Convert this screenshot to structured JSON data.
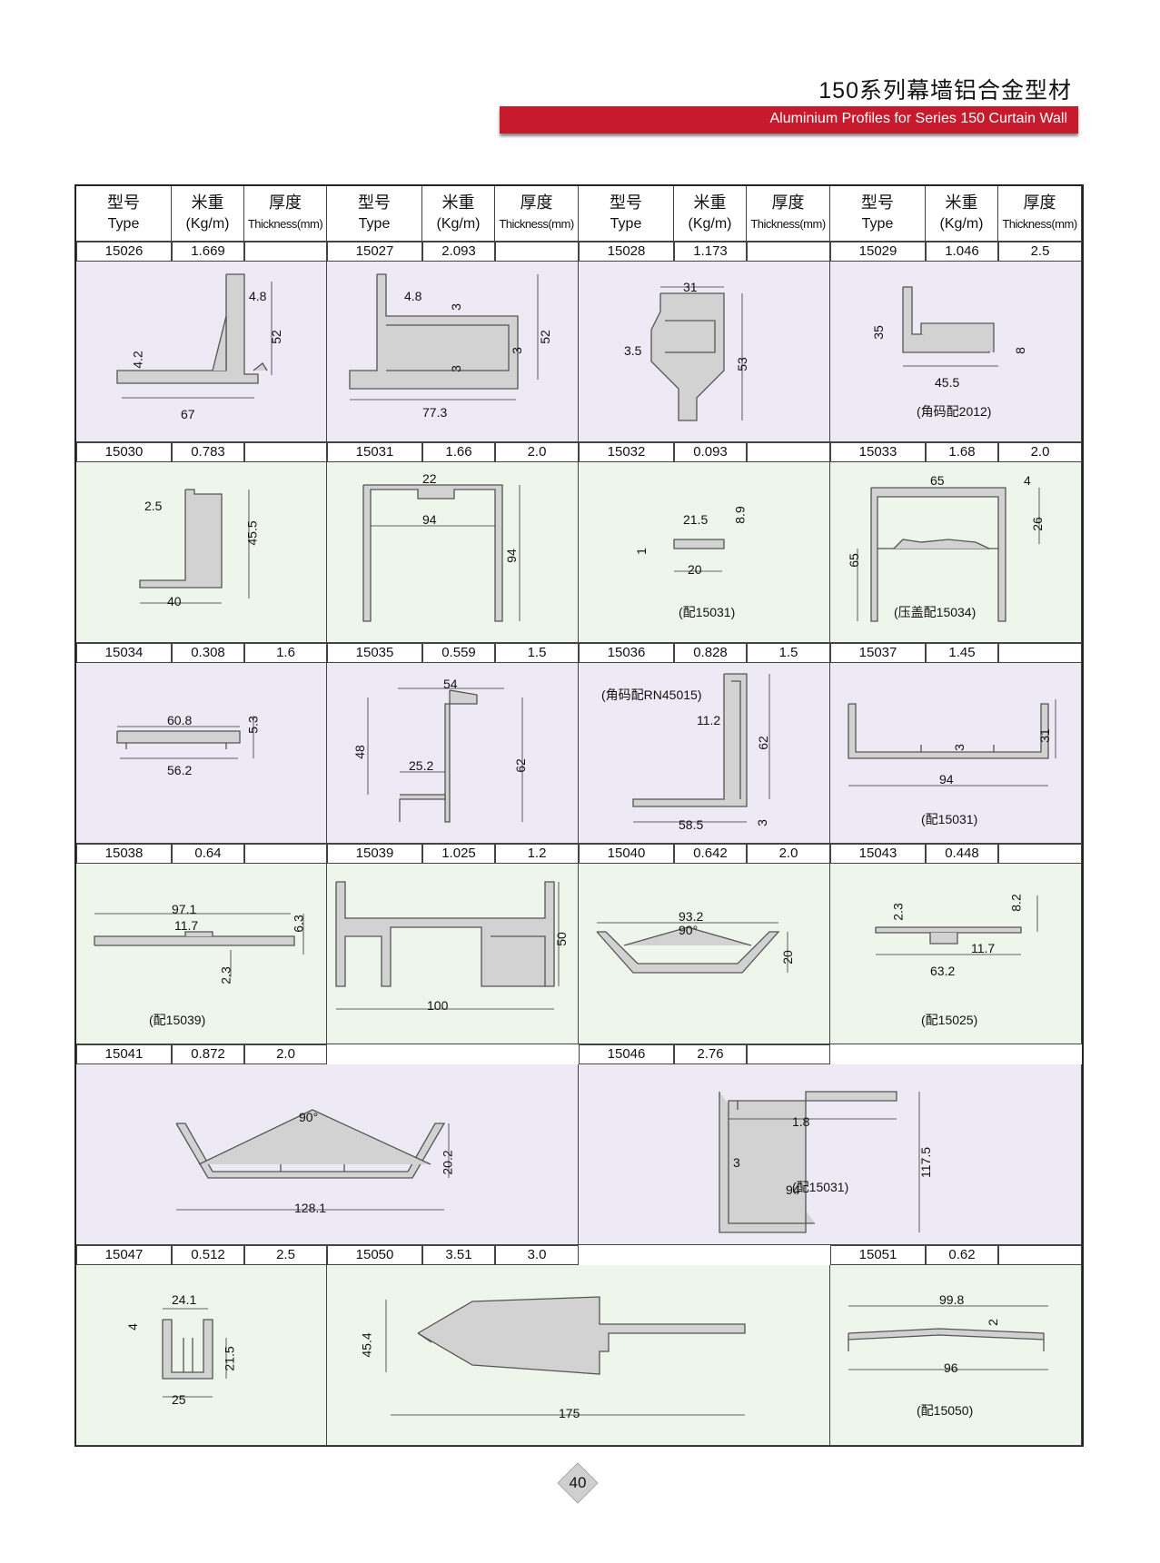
{
  "header": {
    "title_cn": "150系列幕墙铝合金型材",
    "title_en": "Aluminium Profiles for Series 150 Curtain Wall",
    "banner_color": "#c71a2c"
  },
  "columns": {
    "type_cn": "型号",
    "type_en": "Type",
    "weight_cn": "米重",
    "weight_en": "(Kg/m)",
    "thick_cn": "厚度",
    "thick_en": "Thickness(mm)"
  },
  "rows": [
    {
      "items": [
        {
          "type": "15026",
          "weight": "1.669",
          "thickness": "",
          "dims": [
            "4.8",
            "52",
            "4.2",
            "67"
          ],
          "note": ""
        },
        {
          "type": "15027",
          "weight": "2.093",
          "thickness": "",
          "dims": [
            "4.8",
            "3",
            "52",
            "3",
            "3",
            "77.3"
          ],
          "note": ""
        },
        {
          "type": "15028",
          "weight": "1.173",
          "thickness": "",
          "dims": [
            "31",
            "3.5",
            "53"
          ],
          "note": ""
        },
        {
          "type": "15029",
          "weight": "1.046",
          "thickness": "2.5",
          "dims": [
            "35",
            "8",
            "45.5"
          ],
          "note": "(角码配2012)"
        }
      ]
    },
    {
      "items": [
        {
          "type": "15030",
          "weight": "0.783",
          "thickness": "",
          "dims": [
            "2.5",
            "45.5",
            "40"
          ],
          "note": ""
        },
        {
          "type": "15031",
          "weight": "1.66",
          "thickness": "2.0",
          "dims": [
            "22",
            "94",
            "94"
          ],
          "note": ""
        },
        {
          "type": "15032",
          "weight": "0.093",
          "thickness": "",
          "dims": [
            "21.5",
            "8.9",
            "1",
            "20"
          ],
          "note": "(配15031)"
        },
        {
          "type": "15033",
          "weight": "1.68",
          "thickness": "2.0",
          "dims": [
            "65",
            "4",
            "26",
            "65"
          ],
          "note": "(压盖配15034)"
        }
      ]
    },
    {
      "items": [
        {
          "type": "15034",
          "weight": "0.308",
          "thickness": "1.6",
          "dims": [
            "60.8",
            "5.3",
            "56.2"
          ],
          "note": ""
        },
        {
          "type": "15035",
          "weight": "0.559",
          "thickness": "1.5",
          "dims": [
            "54",
            "48",
            "25.2",
            "62"
          ],
          "note": ""
        },
        {
          "type": "15036",
          "weight": "0.828",
          "thickness": "1.5",
          "dims": [
            "11.2",
            "62",
            "58.5",
            "3"
          ],
          "note": "(角码配RN45015)"
        },
        {
          "type": "15037",
          "weight": "1.45",
          "thickness": "",
          "dims": [
            "3",
            "31",
            "94"
          ],
          "note": "(配15031)"
        }
      ]
    },
    {
      "items": [
        {
          "type": "15038",
          "weight": "0.64",
          "thickness": "",
          "dims": [
            "97.1",
            "11.7",
            "6.3",
            "2.3"
          ],
          "note": "(配15039)"
        },
        {
          "type": "15039",
          "weight": "1.025",
          "thickness": "1.2",
          "dims": [
            "50",
            "100"
          ],
          "note": ""
        },
        {
          "type": "15040",
          "weight": "0.642",
          "thickness": "2.0",
          "dims": [
            "93.2",
            "90°",
            "20"
          ],
          "note": ""
        },
        {
          "type": "15043",
          "weight": "0.448",
          "thickness": "",
          "dims": [
            "2.3",
            "8.2",
            "11.7",
            "63.2"
          ],
          "note": "(配15025)"
        }
      ]
    },
    {
      "items": [
        {
          "type": "15041",
          "weight": "0.872",
          "thickness": "2.0",
          "dims": [
            "90°",
            "20.2",
            "128.1"
          ],
          "note": ""
        },
        {
          "type": "15046",
          "weight": "2.76",
          "thickness": "",
          "dims": [
            "1.8",
            "117.5",
            "3",
            "94"
          ],
          "note": "(配15031)"
        }
      ]
    },
    {
      "items": [
        {
          "type": "15047",
          "weight": "0.512",
          "thickness": "2.5",
          "dims": [
            "24.1",
            "4",
            "21.5",
            "25"
          ],
          "note": ""
        },
        {
          "type": "15050",
          "weight": "3.51",
          "thickness": "3.0",
          "dims": [
            "45.4",
            "175"
          ],
          "note": ""
        },
        {
          "type": "15051",
          "weight": "0.62",
          "thickness": "",
          "dims": [
            "99.8",
            "2",
            "96"
          ],
          "note": "(配15050)"
        }
      ]
    }
  ],
  "page_number": "40"
}
